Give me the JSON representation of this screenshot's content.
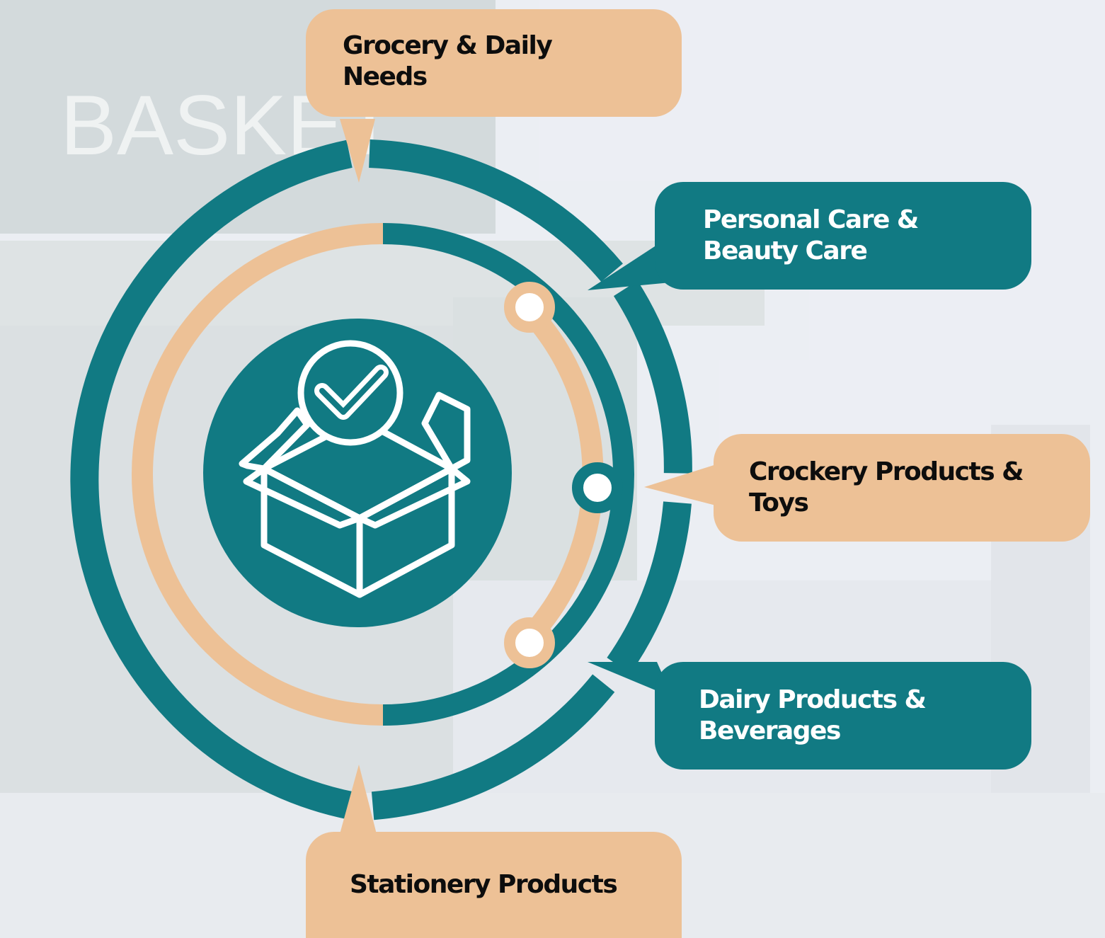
{
  "diagram": {
    "center_icon": "open-box-checkmark-icon",
    "colors": {
      "teal": "#117a83",
      "peach": "#edc196",
      "white": "#ffffff"
    },
    "categories": [
      {
        "label": "Grocery & Daily Needs",
        "color": "peach"
      },
      {
        "label": "Personal Care & Beauty Care",
        "color": "teal"
      },
      {
        "label": "Crockery Products & Toys",
        "color": "peach"
      },
      {
        "label": "Dairy Products & Beverages",
        "color": "teal"
      },
      {
        "label": "Stationery Products",
        "color": "peach"
      }
    ]
  },
  "background": {
    "watermark_text": "BASKET"
  }
}
